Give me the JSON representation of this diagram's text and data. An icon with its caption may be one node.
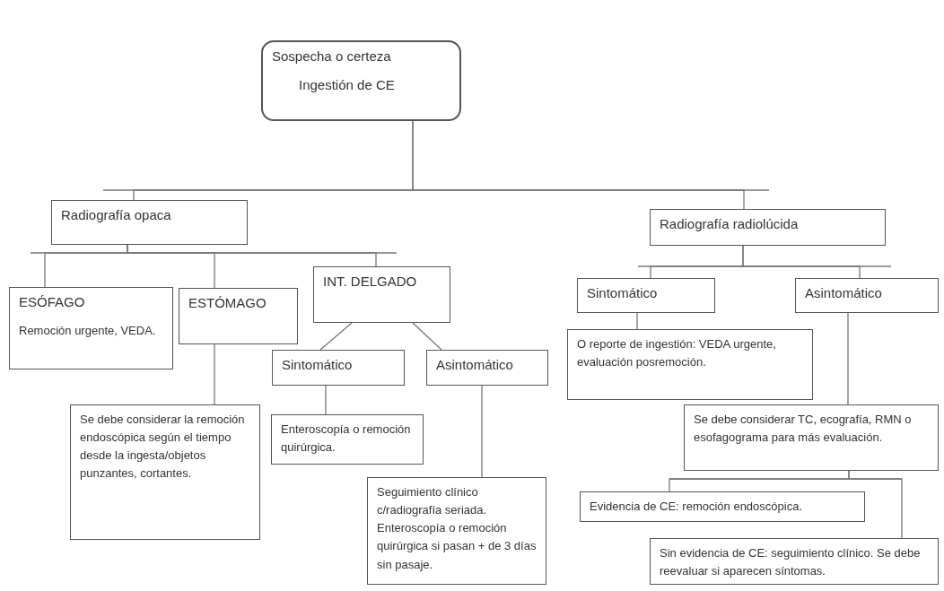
{
  "diagram": {
    "nodes": [
      {
        "text": [
          "Sospecha o certeza",
          "Ingestión de CE"
        ]
      },
      {
        "text": [
          "Radiografía opaca"
        ]
      },
      {
        "text": [
          "Radiografía radiolúcida"
        ]
      },
      {
        "text": [
          "ESÓFAGO",
          "Remoción urgente, VEDA."
        ]
      },
      {
        "text": [
          "ESTÓMAGO"
        ]
      },
      {
        "text": [
          "INT. DELGADO"
        ]
      },
      {
        "text": [
          "Sintomático"
        ]
      },
      {
        "text": [
          "Asintomático"
        ]
      },
      {
        "text": [
          "Se debe considerar la remoción endoscópica según el tiempo desde la ingesta/objetos punzantes, cortantes."
        ]
      },
      {
        "text": [
          "Enteroscopía o remoción quirúrgica."
        ]
      },
      {
        "text": [
          "Seguimiento clínico c/radiografía seriada. Enteroscopía o remoción quirúrgica si pasan + de 3 días sin pasaje."
        ]
      },
      {
        "text": [
          "Sintomático"
        ]
      },
      {
        "text": [
          "Asintomático"
        ]
      },
      {
        "text": [
          "O reporte de ingestión: VEDA urgente, evaluación posremoción."
        ]
      },
      {
        "text": [
          "Se debe considerar TC, ecografía, RMN o esofagograma para más evaluación."
        ]
      },
      {
        "text": [
          "Evidencia de CE: remoción endoscópica."
        ]
      },
      {
        "text": [
          "Sin evidencia de CE: seguimiento clínico. Se debe reevaluar si aparecen síntomas."
        ]
      }
    ],
    "edges": [
      {
        "from": 0,
        "to": 1,
        "arrow": "none"
      },
      {
        "from": 0,
        "to": 2,
        "arrow": "none"
      },
      {
        "from": 1,
        "to": 3,
        "arrow": "none"
      },
      {
        "from": 1,
        "to": 4,
        "arrow": "none"
      },
      {
        "from": 1,
        "to": 5,
        "arrow": "none"
      },
      {
        "from": 4,
        "to": 8,
        "arrow": "none"
      },
      {
        "from": 5,
        "to": 6,
        "arrow": "none"
      },
      {
        "from": 5,
        "to": 7,
        "arrow": "none"
      },
      {
        "from": 6,
        "to": 9,
        "arrow": "none"
      },
      {
        "from": 7,
        "to": 10,
        "arrow": "none"
      },
      {
        "from": 2,
        "to": 11,
        "arrow": "none"
      },
      {
        "from": 2,
        "to": 12,
        "arrow": "none"
      },
      {
        "from": 11,
        "to": 13,
        "arrow": "none"
      },
      {
        "from": 12,
        "to": 14,
        "arrow": "none"
      },
      {
        "from": 14,
        "to": 15,
        "arrow": "none"
      },
      {
        "from": 14,
        "to": 16,
        "arrow": "none"
      }
    ]
  }
}
